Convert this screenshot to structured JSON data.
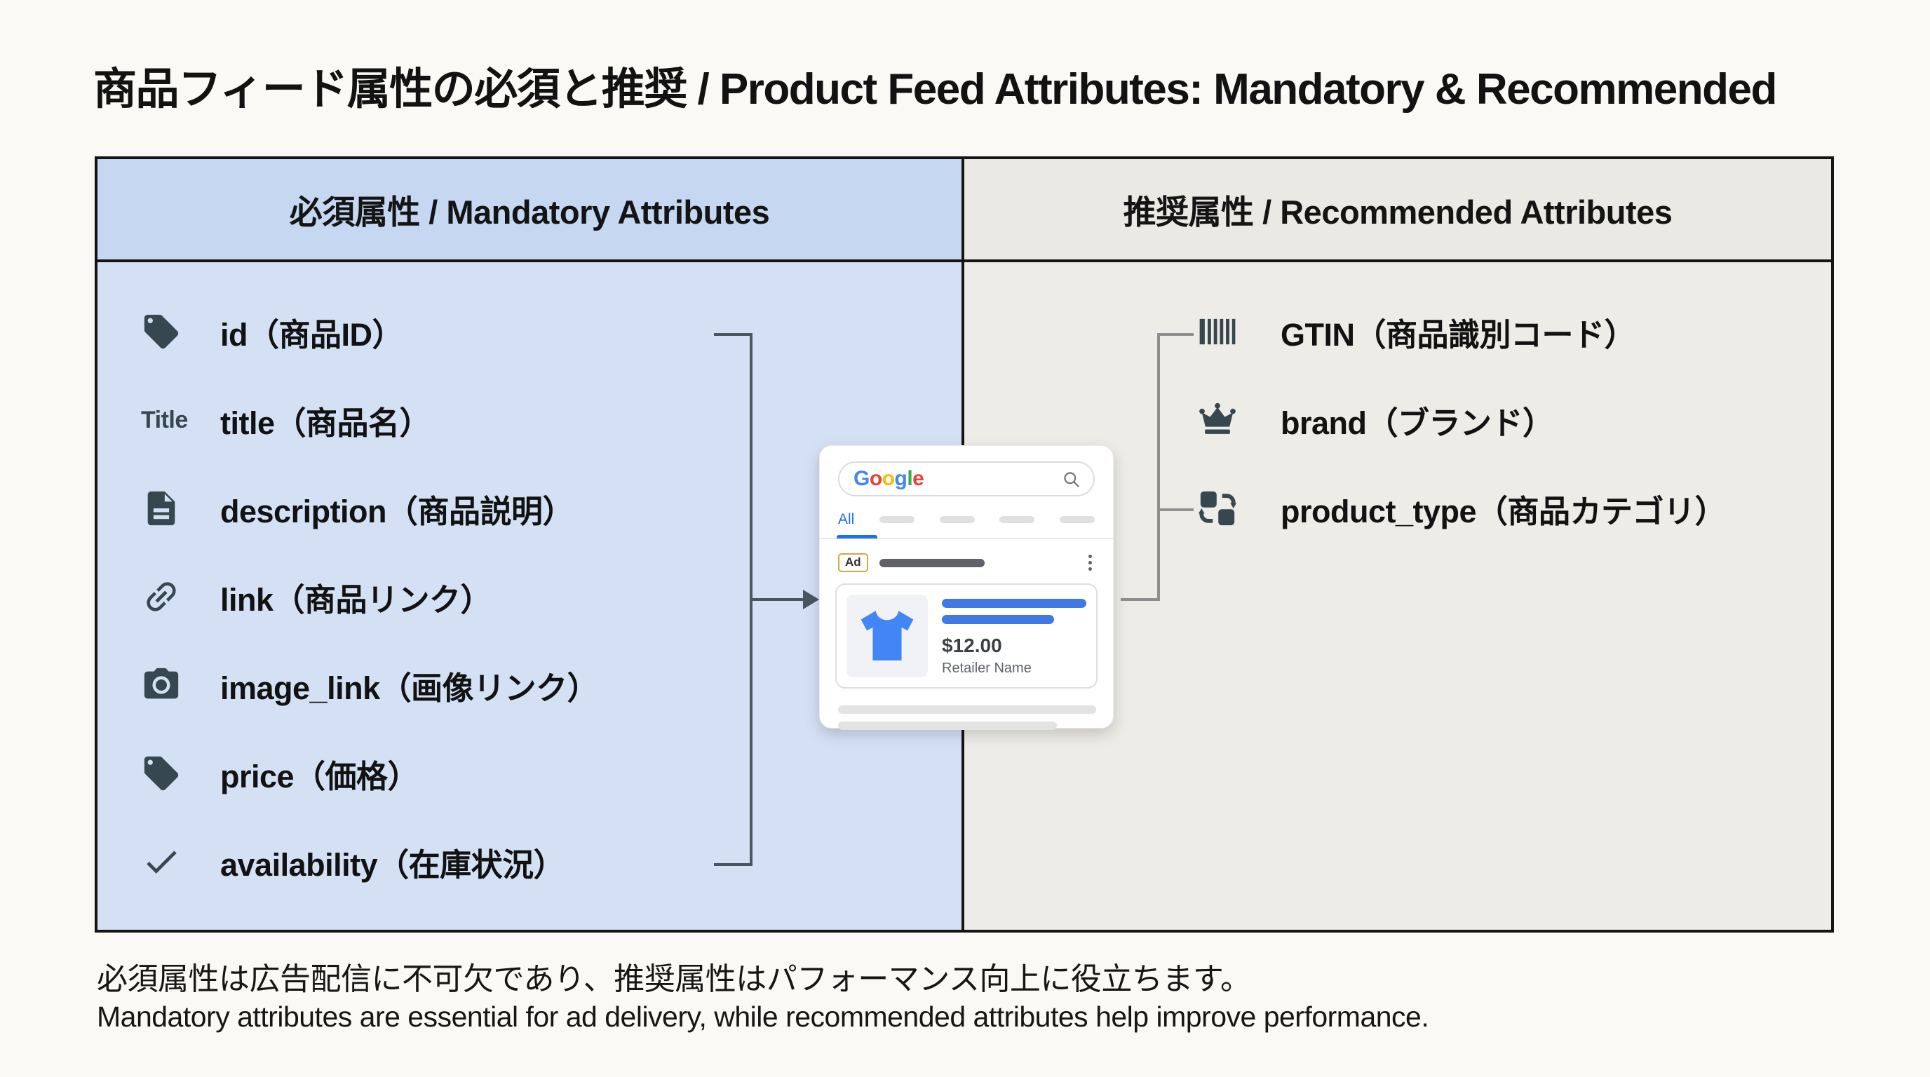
{
  "title": "商品フィード属性の必須と推奨 / Product Feed Attributes: Mandatory & Recommended",
  "columns": {
    "mandatory": {
      "header": "必須属性 / Mandatory Attributes",
      "items": [
        {
          "icon": "tag-icon",
          "label": "id（商品ID）"
        },
        {
          "icon": "title-text-icon",
          "icon_text": "Title",
          "label": "title（商品名）"
        },
        {
          "icon": "document-icon",
          "label": "description（商品説明）"
        },
        {
          "icon": "link-icon",
          "label": "link（商品リンク）"
        },
        {
          "icon": "camera-icon",
          "label": "image_link（画像リンク）"
        },
        {
          "icon": "tag-icon",
          "label": "price（価格）"
        },
        {
          "icon": "check-icon",
          "label": "availability（在庫状況）"
        }
      ]
    },
    "recommended": {
      "header": "推奨属性 / Recommended Attributes",
      "items": [
        {
          "icon": "barcode-icon",
          "label": "GTIN（商品識別コード）"
        },
        {
          "icon": "crown-icon",
          "label": "brand（ブランド）"
        },
        {
          "icon": "sync-icon",
          "label": "product_type（商品カテゴリ）"
        }
      ]
    }
  },
  "serp_mockup": {
    "logo": "Google",
    "logo_letters": [
      {
        "ch": "G"
      },
      {
        "ch": "o"
      },
      {
        "ch": "o"
      },
      {
        "ch": "g"
      },
      {
        "ch": "l"
      },
      {
        "ch": "e"
      }
    ],
    "tab_all": "All",
    "ad_badge": "Ad",
    "price": "$12.00",
    "retailer": "Retailer Name"
  },
  "footer": {
    "ja": "必須属性は広告配信に不可欠であり、推奨属性はパフォーマンス向上に役立ちます。",
    "en": "Mandatory attributes are essential for ad delivery, while recommended attributes help improve performance."
  },
  "colors": {
    "page_bg": "#faf9f5",
    "mandatory_header_bg": "#c5d7f1",
    "mandatory_body_bg": "#d4e1f5",
    "recommended_header_bg": "#ebe9e4",
    "recommended_body_bg": "#eeece7",
    "table_border": "#141414",
    "icon_color": "#37474f",
    "left_connector": "#4a5662",
    "right_connector": "#8f8f8f",
    "google_blue": "#4285f4",
    "google_red": "#ea4335",
    "google_yellow": "#fbbc05",
    "google_green": "#34a853",
    "tab_blue": "#1a73e8",
    "ad_badge_border": "#dfa43a",
    "price_text": "#3c4043"
  }
}
